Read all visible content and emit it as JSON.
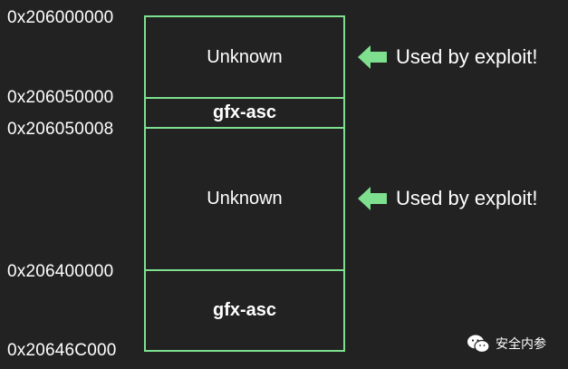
{
  "addresses": [
    "0x206000000",
    "0x206050000",
    "0x206050008",
    "0x206400000",
    "0x20646C000"
  ],
  "regions": [
    {
      "label": "Unknown",
      "bold": false
    },
    {
      "label": "gfx-asc",
      "bold": true
    },
    {
      "label": "Unknown",
      "bold": false
    },
    {
      "label": "gfx-asc",
      "bold": true
    }
  ],
  "annotations": [
    {
      "text": "Used by exploit!",
      "icon": "left-arrow-icon",
      "color": "#7ee08f"
    },
    {
      "text": "Used by exploit!",
      "icon": "left-arrow-icon",
      "color": "#7ee08f"
    }
  ],
  "watermark": {
    "text": "安全内参",
    "icon": "wechat-icon"
  },
  "colors": {
    "background": "#222222",
    "border": "#7ee08f",
    "arrow": "#7ee08f",
    "text": "#ffffff"
  }
}
